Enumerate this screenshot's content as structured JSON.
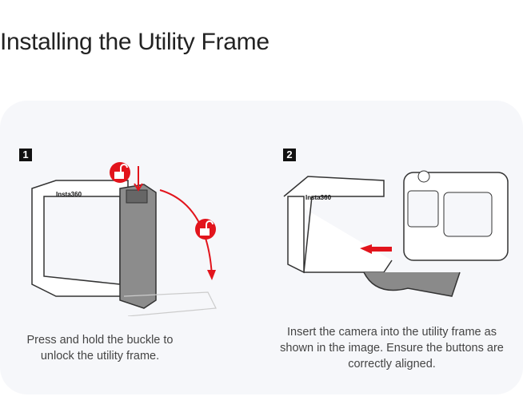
{
  "title": "Installing the Utility Frame",
  "steps": [
    {
      "number": "1",
      "caption_line1": "Press and hold the buckle to",
      "caption_line2": "unlock the utility frame.",
      "frame_logo": "Insta360",
      "icon": "unlock-icon"
    },
    {
      "number": "2",
      "caption_line1": "Insert the camera into the utility frame as",
      "caption_line2": "shown in the image. Ensure the buttons are",
      "caption_line3": "correctly aligned.",
      "frame_logo": "Insta360",
      "icon": "arrow-left-icon"
    }
  ],
  "colors": {
    "accent": "#e2141c",
    "panel": "#f6f7fa"
  }
}
